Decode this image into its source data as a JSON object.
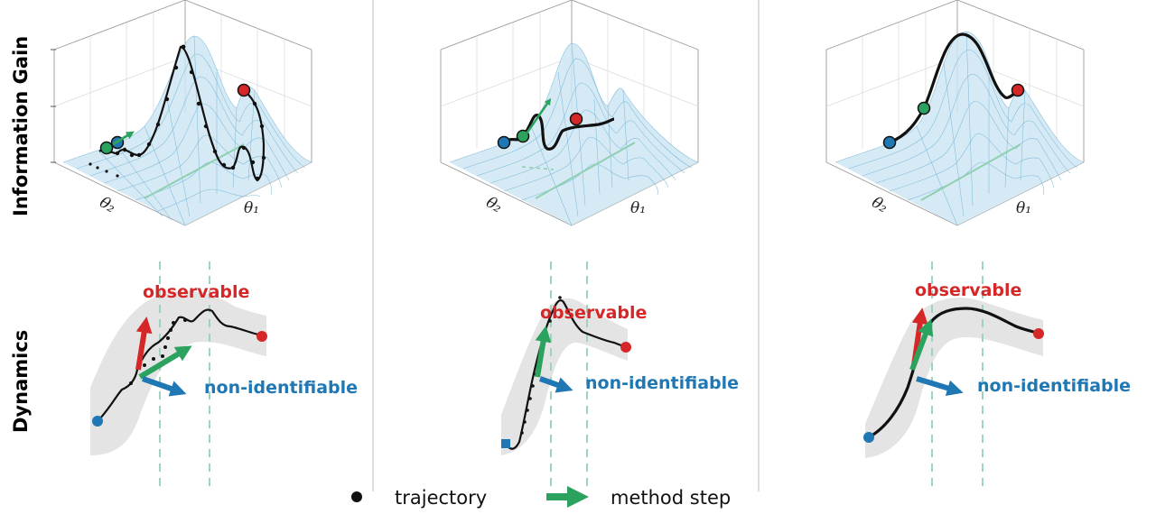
{
  "row_labels": {
    "top": "Information Gain",
    "bottom": "Dynamics"
  },
  "axis_labels": {
    "theta2": "θ₂",
    "theta1": "θ₁"
  },
  "annotations": {
    "observable": "observable",
    "non_identifiable": "non-identifiable"
  },
  "legend": {
    "trajectory": "trajectory",
    "method_step": "method step"
  },
  "colors": {
    "observable": "#d62728",
    "non_identifiable": "#1f77b4",
    "method_step": "#2ca25f",
    "surface": "#cfe6f3",
    "trajectory": "#111111",
    "band": "#e4e4e4"
  },
  "panels": [
    {
      "id": "left",
      "variant": "noisy"
    },
    {
      "id": "middle",
      "variant": "intermediate"
    },
    {
      "id": "right",
      "variant": "smooth"
    }
  ]
}
